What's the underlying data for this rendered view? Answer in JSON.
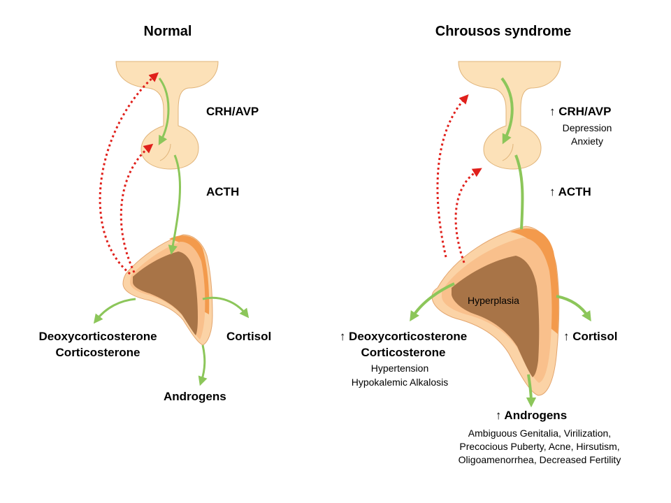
{
  "normal": {
    "title": "Normal",
    "crh": "CRH/AVP",
    "acth": "ACTH",
    "doc1": "Deoxycorticosterone",
    "doc2": "Corticosterone",
    "cortisol": "Cortisol",
    "androgens": "Androgens"
  },
  "syndrome": {
    "title": "Chrousos syndrome",
    "crh": "↑ CRH/AVP",
    "crh_effects": [
      "Depression",
      "Anxiety"
    ],
    "acth": "↑ ACTH",
    "hyperplasia": "Hyperplasia",
    "doc1": "↑ Deoxycorticosterone",
    "doc2": "Corticosterone",
    "doc_effects": [
      "Hypertension",
      "Hypokalemic Alkalosis"
    ],
    "cortisol": "↑ Cortisol",
    "androgens": "↑ Androgens",
    "androgen_effects": [
      "Ambiguous Genitalia, Virilization,",
      "Precocious Puberty, Acne, Hirsutism,",
      "Oligoamenorrhea, Decreased Fertility"
    ]
  },
  "colors": {
    "pituitary_fill": "#fce1b8",
    "pituitary_stroke": "#e0b47a",
    "adrenal_outer": "#fbd3a6",
    "adrenal_rim": "#f39a4c",
    "adrenal_mid": "#f9c08c",
    "adrenal_medulla": "#a87447",
    "stimulation_arrow": "#8cc65a",
    "feedback_arrow": "#e0201b"
  }
}
